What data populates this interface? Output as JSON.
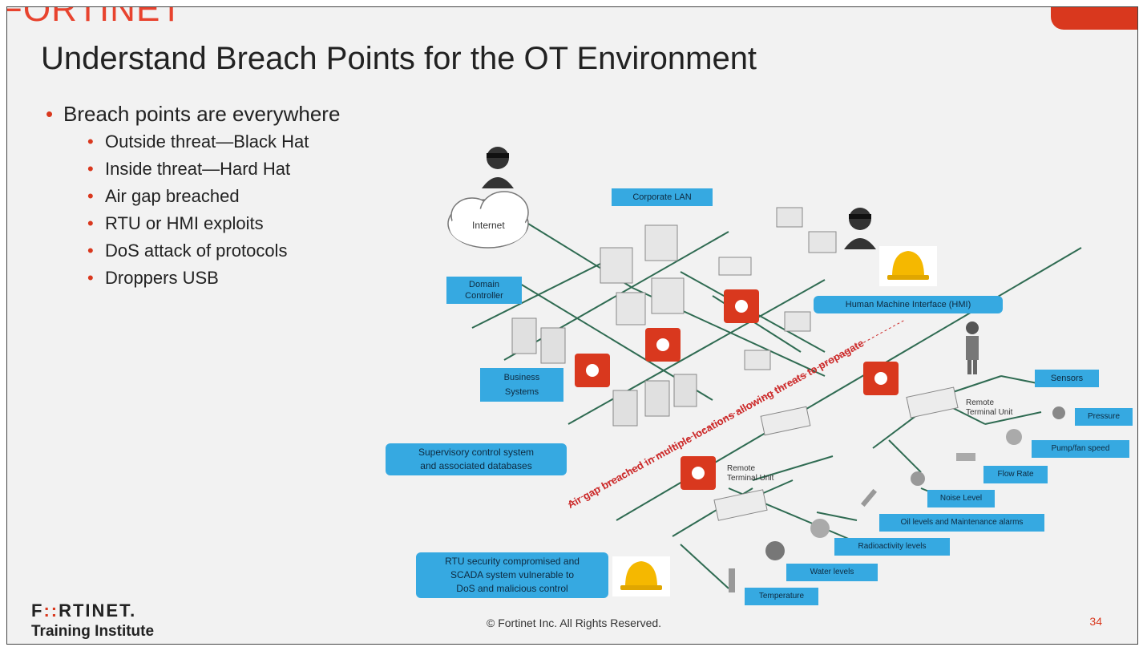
{
  "header": {
    "top_logo_crop": "FORTINET"
  },
  "slide": {
    "title": "Understand Breach Points for the OT Environment",
    "bullets": [
      {
        "text": "Breach points are everywhere",
        "sub": [
          "Outside threat—Black Hat",
          "Inside threat—Hard Hat",
          "Air gap breached",
          "RTU or HMI exploits",
          "DoS attack of protocols",
          "Droppers USB"
        ]
      }
    ]
  },
  "diagram": {
    "nodes": {
      "internet": "Internet",
      "corporate_lan": "Corporate LAN",
      "domain_controller": "Domain\nController",
      "business_systems": "Business\nSystems",
      "hmi": "Human Machine Interface (HMI)",
      "supervisory": "Supervisory control system\nand associated databases",
      "rtu_security": "RTU security compromised and\nSCADA system vulnerable to\nDoS and malicious control",
      "rtu_left": "Remote\nTerminal Unit",
      "rtu_right": "Remote\nTerminal Unit",
      "sensors": "Sensors",
      "pressure": "Pressure",
      "pump_fan": "Pump/fan speed",
      "flow_rate": "Flow Rate",
      "noise_level": "Noise Level",
      "oil_levels": "Oil levels and Maintenance alarms",
      "radioactivity": "Radioactivity levels",
      "water_levels": "Water levels",
      "temperature": "Temperature"
    },
    "threat_text": "Air gap breached in multiple locations allowing threats to propagate"
  },
  "footer": {
    "logo_pre": "F",
    "logo_mid": "::",
    "logo_post": "RTINET.",
    "sub": "Training Institute",
    "copyright": "© Fortinet Inc. All Rights Reserved.",
    "page": "34"
  },
  "colors": {
    "accent": "#d9381e",
    "callout": "#36a9e1",
    "network_line": "#2f6b52",
    "threat": "#cc2a2a"
  }
}
